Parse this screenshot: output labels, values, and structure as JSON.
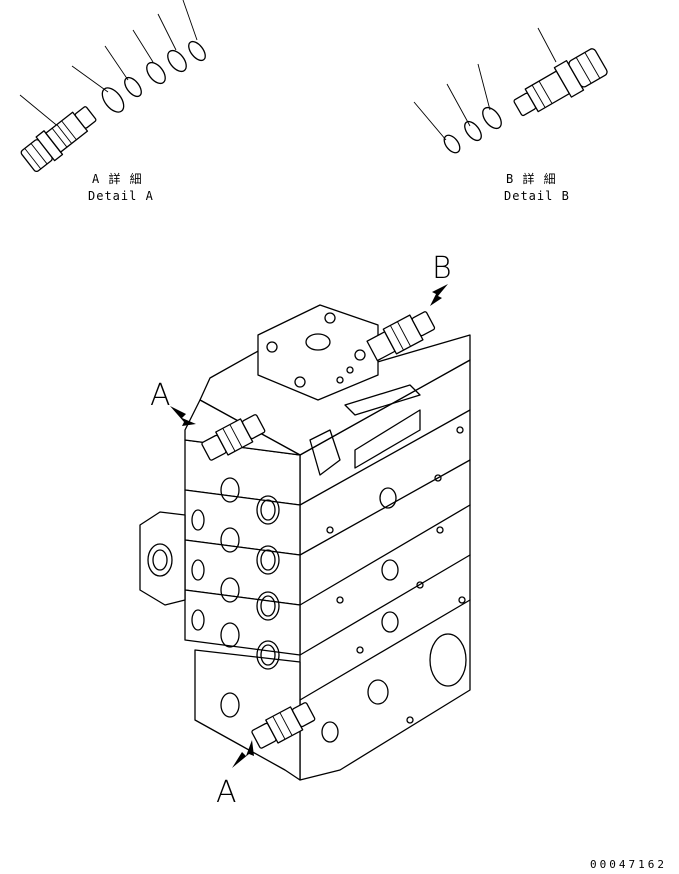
{
  "detail_a": {
    "caption_jp": "A 詳 細",
    "caption_en": "Detail A"
  },
  "detail_b": {
    "caption_jp": "B 詳 細",
    "caption_en": "Detail B"
  },
  "view_arrows": {
    "label_a": "A",
    "label_b": "B"
  },
  "drawing_code": "00047162"
}
